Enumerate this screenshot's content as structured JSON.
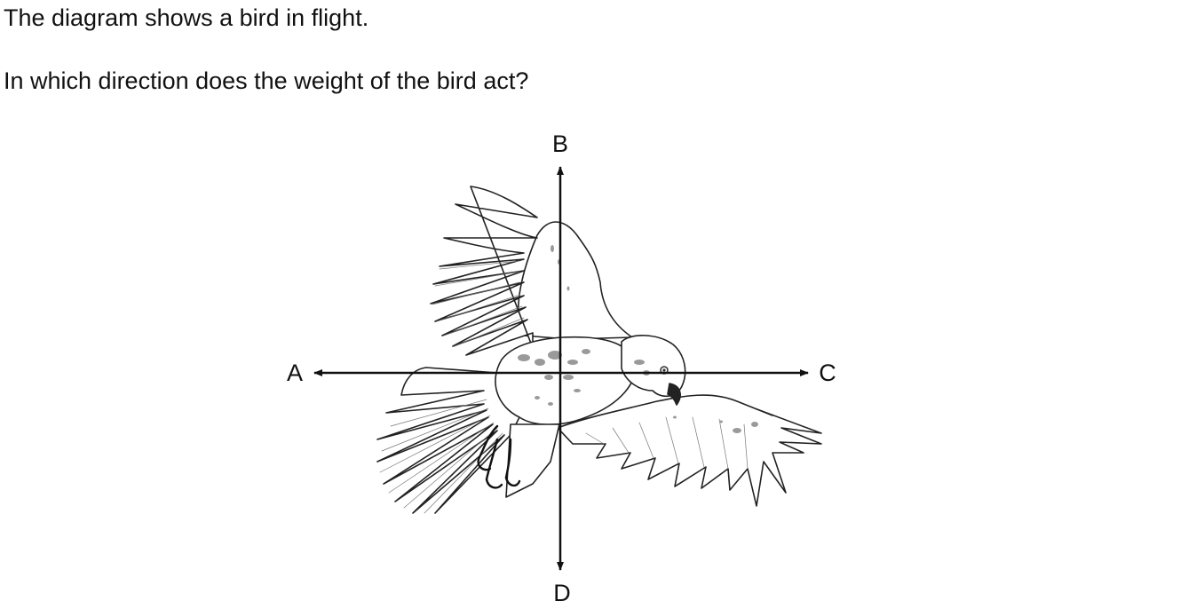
{
  "question": {
    "intro": "The diagram shows a bird in flight.",
    "prompt": "In which direction does the weight of the bird act?"
  },
  "diagram": {
    "subject_icon": "bird-in-flight",
    "directions": {
      "left": "A",
      "up": "B",
      "right": "C",
      "down": "D"
    }
  }
}
